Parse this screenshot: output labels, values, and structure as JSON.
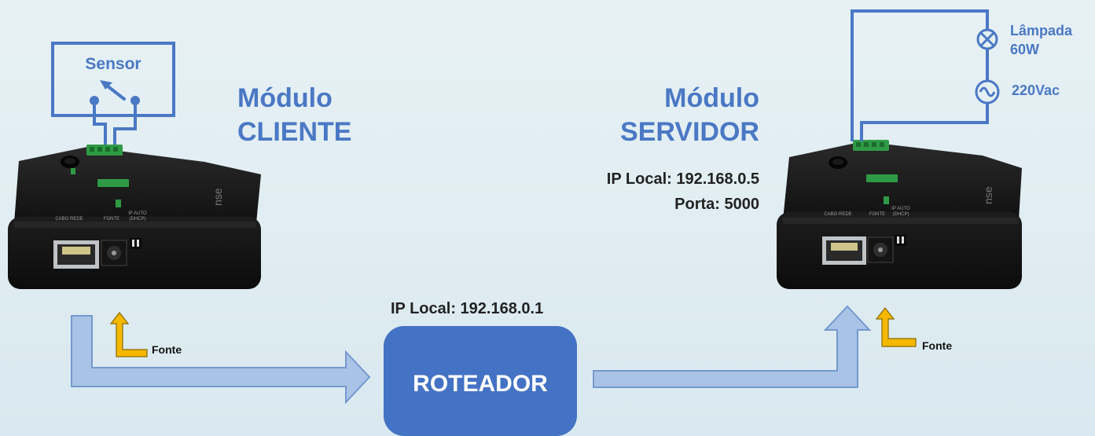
{
  "colors": {
    "line_blue": "#4a78c4",
    "arrow_fill": "#a9c3e6",
    "arrow_stroke": "#7498cf",
    "router_fill": "#4472c4",
    "power_arrow": "#f5b800",
    "module_body": "#1c1c1c",
    "terminal_green": "#2f9a45"
  },
  "sensor": {
    "label": "Sensor"
  },
  "client": {
    "title_line1": "Módulo",
    "title_line2": "CLIENTE",
    "power_label": "Fonte"
  },
  "server": {
    "title_line1": "Módulo",
    "title_line2": "SERVIDOR",
    "ip": "IP Local: 192.168.0.5",
    "port": "Porta: 5000",
    "power_label": "Fonte"
  },
  "router": {
    "label": "ROTEADOR",
    "ip": "IP Local: 192.168.0.1"
  },
  "load": {
    "lamp_line1": "Lâmpada",
    "lamp_line2": "60W",
    "supply": "220Vac"
  },
  "module_panel": {
    "port_label": "CABO REDE",
    "power_label": "FONTE",
    "ip_label": "IP AUTO",
    "dhcp_label": "(DHCP)",
    "brand": "nse"
  },
  "icons": [
    "lamp-icon",
    "ac-source-icon",
    "switch-icon",
    "power-arrow-icon",
    "network-arrow-icon",
    "rj45-port-icon",
    "dc-jack-icon"
  ]
}
